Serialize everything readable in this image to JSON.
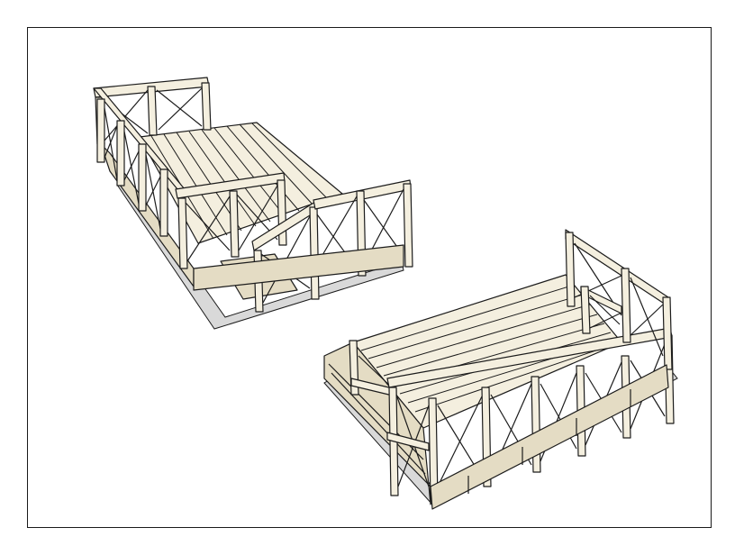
{
  "drawing": {
    "subjects": [
      {
        "name": "upper-left-deck",
        "railing": "x-brace",
        "has_steps": true
      },
      {
        "name": "lower-right-deck",
        "railing": "x-brace",
        "has_steps": false
      }
    ],
    "colors": {
      "wood": "#f4efdf",
      "wood_shade": "#e4dcc4",
      "outline": "#1c1c1c",
      "ground_shadow": "#d9d9d9",
      "frame": "#1a1a1a"
    }
  }
}
